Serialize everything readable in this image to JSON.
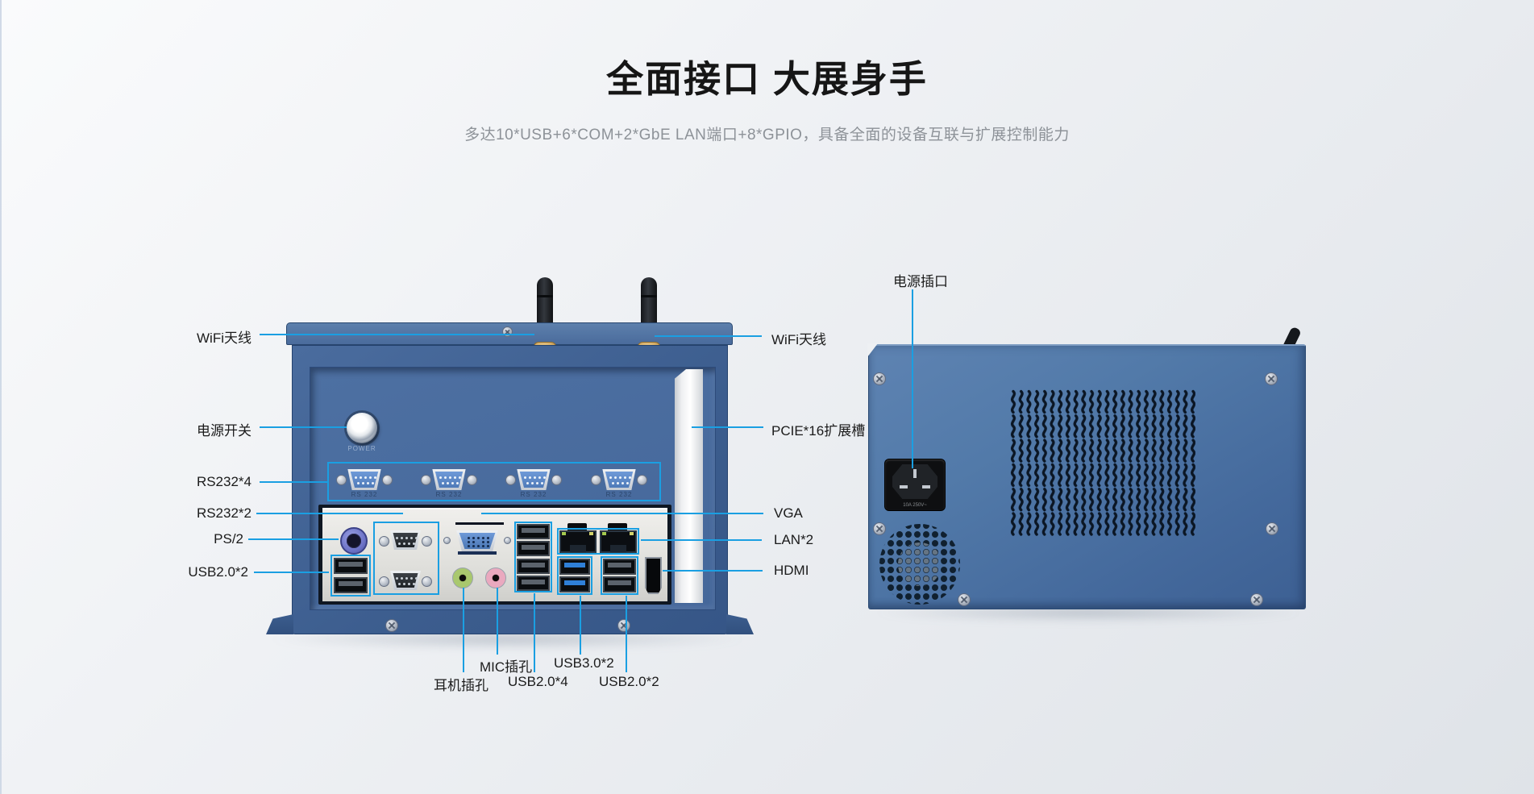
{
  "title": "全面接口 大展身手",
  "subtitle": "多达10*USB+6*COM+2*GbE LAN端口+8*GPIO，具备全面的设备互联与扩展控制能力",
  "accent_color": "#1a9fe2",
  "front_view": {
    "labels_left": [
      "WiFi天线",
      "电源开关",
      "RS232*4",
      "RS232*2",
      "PS/2",
      "USB2.0*2"
    ],
    "labels_right": [
      "WiFi天线",
      "PCIE*16扩展槽",
      "VGA",
      "LAN*2",
      "HDMI"
    ],
    "labels_bottom_row1": [
      "MIC插孔",
      "USB3.0*2"
    ],
    "labels_bottom_row2": [
      "耳机插孔",
      "USB2.0*4",
      "USB2.0*2"
    ],
    "power_button_label": "POWER",
    "serial_label": "RS 232"
  },
  "side_view": {
    "power_inlet_label": "电源插口",
    "socket_rating": "10A 250V~"
  }
}
